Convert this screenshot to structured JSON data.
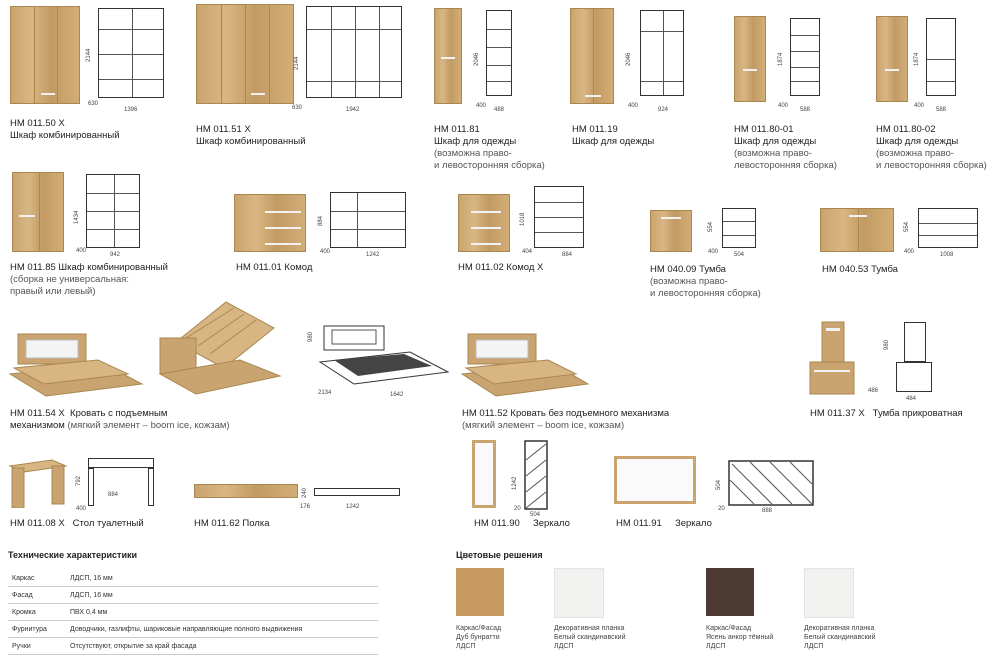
{
  "items": [
    {
      "code": "HM 011.50 X",
      "name": "Шкаф комбинированный",
      "dims": [
        "2144",
        "630",
        "1396"
      ]
    },
    {
      "code": "HM 011.51 X",
      "name": "Шкаф комбинированный",
      "dims": [
        "2144",
        "630",
        "1942"
      ]
    },
    {
      "code": "HM 011.81",
      "name": "Шкаф для одежды",
      "note1": "(возможна право-",
      "note2": "и левосторонняя сборка)",
      "dims": [
        "2046",
        "400",
        "488"
      ]
    },
    {
      "code": "HM 011.19",
      "name": "Шкаф для одежды",
      "dims": [
        "2046",
        "400",
        "924"
      ]
    },
    {
      "code": "HM 011.80-01",
      "name": "Шкаф для одежды",
      "note1": "(возможна право-",
      "note2": "левосторонняя сборка)",
      "dims": [
        "1874",
        "400",
        "588"
      ]
    },
    {
      "code": "HM 011.80-02",
      "name": "Шкаф для одежды",
      "note1": "(возможна право-",
      "note2": "и левосторонняя сборка)",
      "dims": [
        "1874",
        "400",
        "588"
      ]
    },
    {
      "code": "HM 011.85",
      "name": "Шкаф комбинированный",
      "note1": "(сборка не универсальная:",
      "note2": "правый или левый)",
      "dims": [
        "1434",
        "400",
        "942"
      ]
    },
    {
      "code": "HM 011.01",
      "name": "Комод",
      "dims": [
        "884",
        "400",
        "1242"
      ]
    },
    {
      "code": "HM 011.02",
      "name": "Комод X",
      "dims": [
        "1018",
        "404",
        "884"
      ]
    },
    {
      "code": "HM 040.09",
      "name": "Тумба",
      "note1": "(возможна право-",
      "note2": "и левосторонняя сборка)",
      "dims": [
        "554",
        "400",
        "504"
      ]
    },
    {
      "code": "HM 040.53",
      "name": "Тумба",
      "dims": [
        "554",
        "400",
        "1008"
      ]
    },
    {
      "code": "HM 011.54 X",
      "name": "Кровать с подъемным",
      "name2": "механизмом",
      "note1": "(мягкий элемент – boom ice, кожзам)",
      "dims": [
        "980",
        "2134",
        "1642"
      ]
    },
    {
      "code": "HM 011.52",
      "name": "Кровать без подъемного механизма",
      "note1": "(мягкий элемент – boom ice, кожзам)"
    },
    {
      "code": "HM 011.37 X",
      "name": "Тумба прикроватная",
      "dims": [
        "980",
        "486",
        "484"
      ]
    },
    {
      "code": "HM 011.08 X",
      "name": "Стол туалетный",
      "dims": [
        "792",
        "400",
        "884"
      ]
    },
    {
      "code": "HM 011.62",
      "name": "Полка",
      "dims": [
        "240",
        "176",
        "1242"
      ]
    },
    {
      "code": "HM 011.90",
      "name": "Зеркало",
      "dims": [
        "1242",
        "20",
        "504"
      ]
    },
    {
      "code": "HM 011.91",
      "name": "Зеркало",
      "dims": [
        "504",
        "20",
        "888"
      ]
    }
  ],
  "spec": {
    "title": "Технические характеристики",
    "rows": [
      {
        "k": "Каркас",
        "v": "ЛДСП, 16 мм"
      },
      {
        "k": "Фасад",
        "v": "ЛДСП, 16 мм"
      },
      {
        "k": "Кромка",
        "v": "ПВХ 0,4 мм"
      },
      {
        "k": "Фурнитура",
        "v": "Доводчики, газлифты, шариковые направляющие полного выдвижения"
      },
      {
        "k": "Ручки",
        "v": "Отсутствуют, открытие за край фасада"
      }
    ]
  },
  "colors": {
    "title": "Цветовые решения",
    "swatches": [
      {
        "l1": "Каркас/Фасад",
        "l2": "Дуб бунратти",
        "l3": "ЛДСП",
        "color": "#c99b63"
      },
      {
        "l1": "Декоративная планка",
        "l2": "Белый скандинавский",
        "l3": "ЛДСП",
        "color": "#f1f1f0"
      },
      {
        "l1": "Каркас/Фасад",
        "l2": "Ясень анкор тёмный",
        "l3": "ЛДСП",
        "color": "#4d3b33"
      },
      {
        "l1": "Декоративная планка",
        "l2": "Белый скандинавский",
        "l3": "ЛДСП",
        "color": "#f1f1f0"
      }
    ]
  }
}
